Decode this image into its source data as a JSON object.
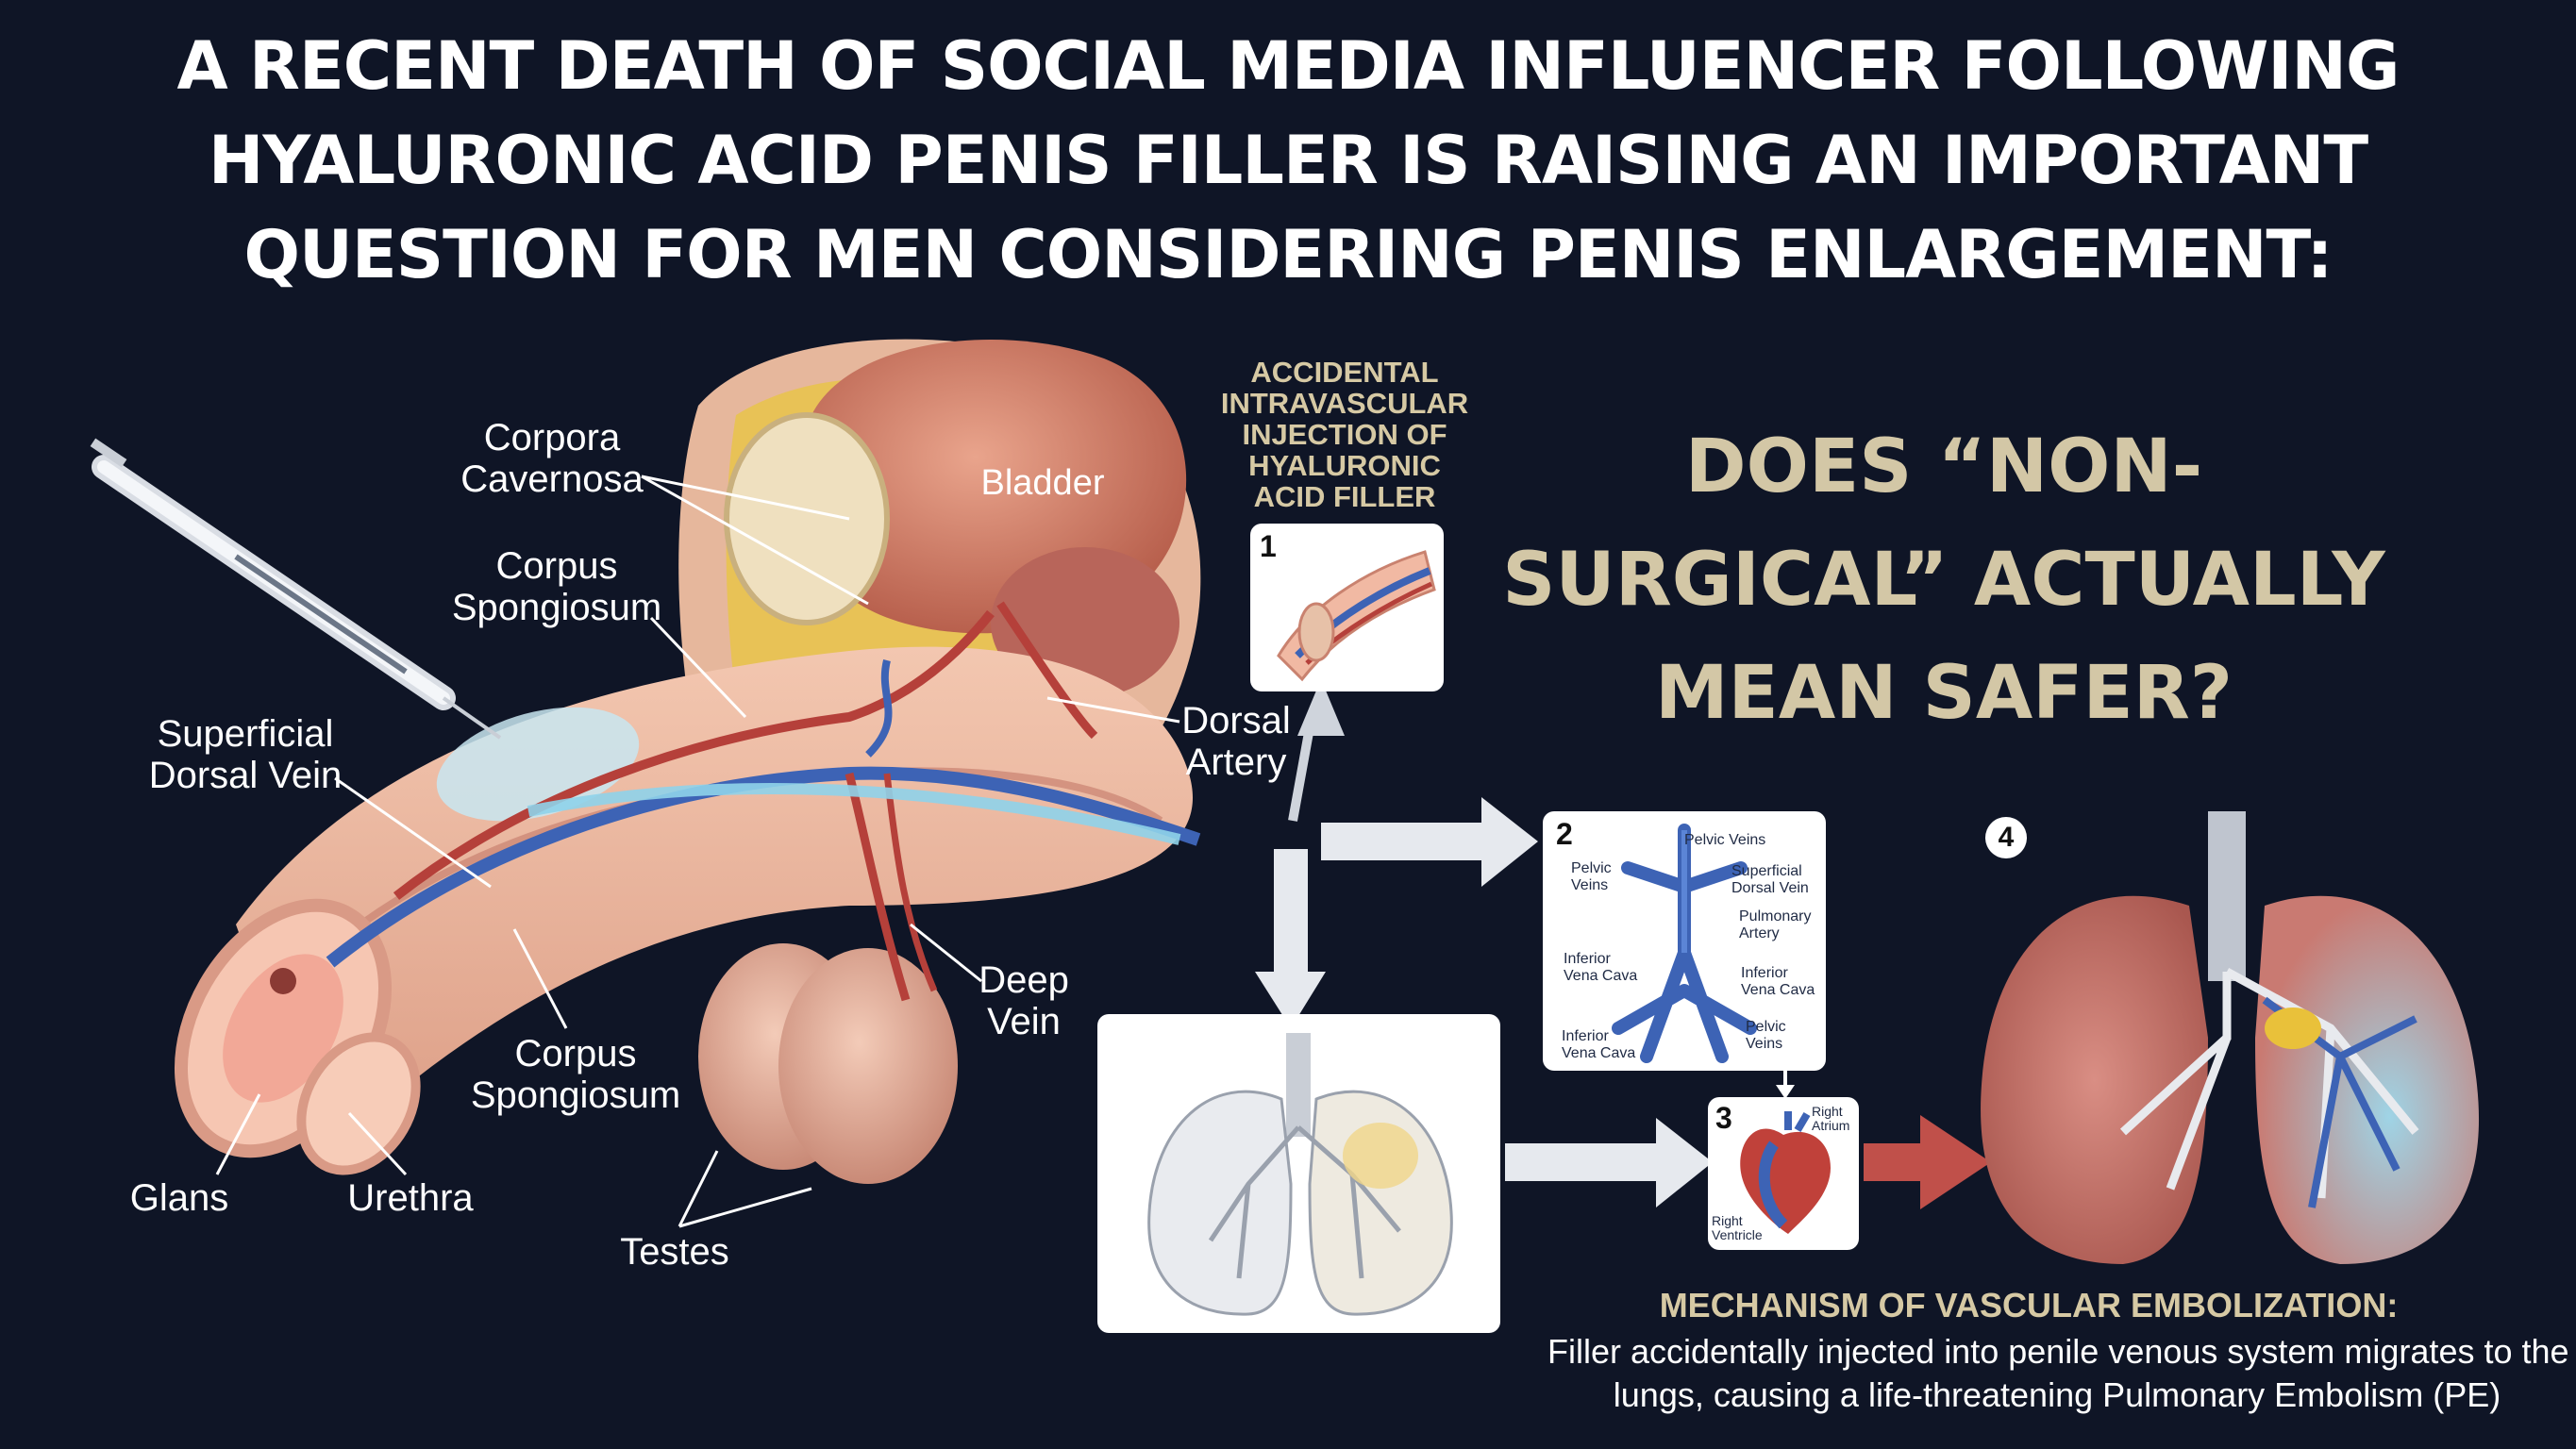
{
  "headline": {
    "line1": "A RECENT DEATH OF SOCIAL MEDIA INFLUENCER FOLLOWING",
    "line2": "HYALURONIC ACID PENIS FILLER IS RAISING AN IMPORTANT",
    "line3": "QUESTION FOR MEN CONSIDERING PENIS ENLARGEMENT:"
  },
  "question": {
    "line1": "DOES “NON-",
    "line2": "SURGICAL” ACTUALLY",
    "line3": "MEAN SAFER?"
  },
  "callout": {
    "line1": "ACCIDENTAL",
    "line2": "INTRAVASCULAR",
    "line3": "INJECTION OF",
    "line4": "HYALURONIC",
    "line5": "ACID FILLER"
  },
  "anatomy": {
    "corpora_cavernosa_1": "Corpora",
    "corpora_cavernosa_2": "Cavernosa",
    "corpus_spongiosum_top_1": "Corpus",
    "corpus_spongiosum_top_2": "Spongiosum",
    "bladder": "Bladder",
    "superficial_dorsal_vein_1": "Superficial",
    "superficial_dorsal_vein_2": "Dorsal Vein",
    "dorsal_artery_1": "Dorsal",
    "dorsal_artery_2": "Artery",
    "deep_vein_1": "Deep",
    "deep_vein_2": "Vein",
    "corpus_spongiosum_bottom_1": "Corpus",
    "corpus_spongiosum_bottom_2": "Spongiosum",
    "glans": "Glans",
    "urethra": "Urethra",
    "testes": "Testes"
  },
  "steps": {
    "step1": "1",
    "step2": "2",
    "step3": "3",
    "step4": "4"
  },
  "step2_labels": {
    "pelvic_veins_top": "Pelvic Veins",
    "pelvic_veins_left_1": "Pelvic",
    "pelvic_veins_left_2": "Veins",
    "superficial_dorsal_vein_1": "Superficial",
    "superficial_dorsal_vein_2": "Dorsal Vein",
    "pulmonary_artery_1": "Pulmonary",
    "pulmonary_artery_2": "Artery",
    "inferior_vena_cava_left_1": "Inferior",
    "inferior_vena_cava_left_2": "Vena Cava",
    "inferior_vena_cava_right_1": "Inferior",
    "inferior_vena_cava_right_2": "Vena Cava",
    "inferior_vena_cava_bottom_1": "Inferior",
    "inferior_vena_cava_bottom_2": "Vena Cava",
    "pelvic_veins_bottom_1": "Pelvic",
    "pelvic_veins_bottom_2": "Veins"
  },
  "step3_labels": {
    "right_atrium_1": "Right",
    "right_atrium_2": "Atrium",
    "right_ventricle_1": "Right",
    "right_ventricle_2": "Ventricle"
  },
  "mechanism": {
    "title": "MECHANISM OF VASCULAR EMBOLIZATION:",
    "desc_line1": "Filler accidentally injected into penile venous system migrates to the",
    "desc_line2": "lungs, causing a life-threatening Pulmonary Embolism (PE)"
  },
  "colors": {
    "background": "#0f1526",
    "accent": "#d3c7a6",
    "skin": "#efb9a2",
    "vein": "#3d63b5",
    "artery": "#b5403a",
    "embolism": "#8fd3ea"
  }
}
